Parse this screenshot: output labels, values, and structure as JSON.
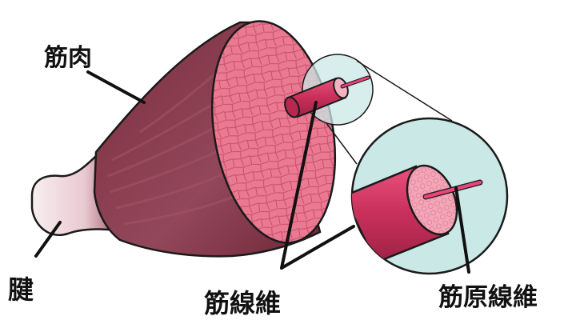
{
  "labels": {
    "muscle": "筋肉",
    "tendon": "腱",
    "muscle_fiber": "筋線維",
    "myofibril": "筋原線維"
  },
  "colors": {
    "muscle_body": "#8b3a4a",
    "muscle_stripe": "#a35566",
    "cross_section": "#e8728c",
    "cell_border": "#c44a66",
    "fiber": "#d9406a",
    "myofibril": "#e8457a",
    "magnifier_fill": "#c9e8e6",
    "tendon": "#f3e4e8",
    "leader_line": "#111111"
  },
  "icons": {
    "magnifier": "zoom-circle-icon"
  }
}
